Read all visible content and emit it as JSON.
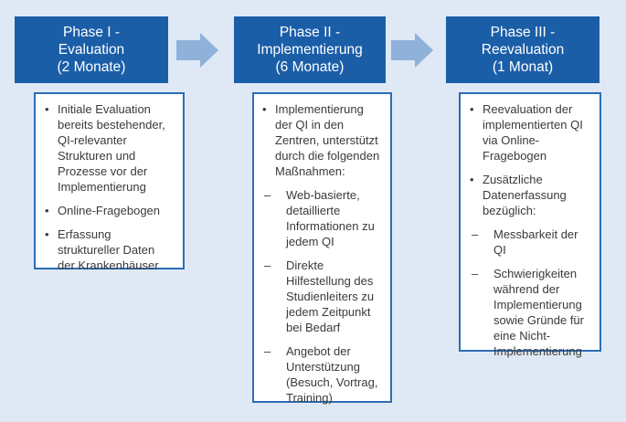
{
  "phases": [
    {
      "lines": [
        "Phase I -",
        "Evaluation",
        "(2 Monate)"
      ]
    },
    {
      "lines": [
        "Phase II -",
        "Implementierung",
        "(6 Monate)"
      ]
    },
    {
      "lines": [
        "Phase III -",
        "Reevaluation",
        "(1 Monat)"
      ]
    }
  ],
  "boxes": [
    {
      "items": [
        {
          "type": "bullet",
          "text": "Initiale Evaluation bereits bestehender, QI-relevanter Strukturen und Prozesse vor der Implementierung"
        },
        {
          "type": "bullet",
          "text": "Online-Fragebogen"
        },
        {
          "type": "bullet",
          "text": "Erfassung struktureller Daten der Krankenhäuser"
        }
      ]
    },
    {
      "items": [
        {
          "type": "bullet",
          "text": "Implementierung der QI in den Zentren, unterstützt durch die folgenden Maßnahmen:"
        },
        {
          "type": "dash",
          "text": "Web-basierte, detaillierte Informationen zu jedem QI"
        },
        {
          "type": "dash",
          "text": "Direkte Hilfestellung des Studienleiters zu jedem Zeitpunkt bei Bedarf"
        },
        {
          "type": "dash",
          "text": "Angebot der Unterstützung (Besuch, Vortrag, Training)"
        }
      ]
    },
    {
      "items": [
        {
          "type": "bullet",
          "text": "Reevaluation der implementierten QI via Online-Fragebogen"
        },
        {
          "type": "bullet",
          "text": "Zusätzliche Datenerfassung bezüglich:"
        },
        {
          "type": "dash",
          "text": "Messbarkeit der QI"
        },
        {
          "type": "dash",
          "text": "Schwierigkeiten während der Implementierung sowie Gründe für eine Nicht-Implementierung"
        }
      ]
    }
  ],
  "colors": {
    "background": "#dfe9f5",
    "phase_fill": "#1b5ea8",
    "arrow_fill": "#8fb1da",
    "box_border": "#2c6db7",
    "text": "#3a3a3a"
  },
  "markers": {
    "bullet": "•",
    "dash": "–"
  }
}
